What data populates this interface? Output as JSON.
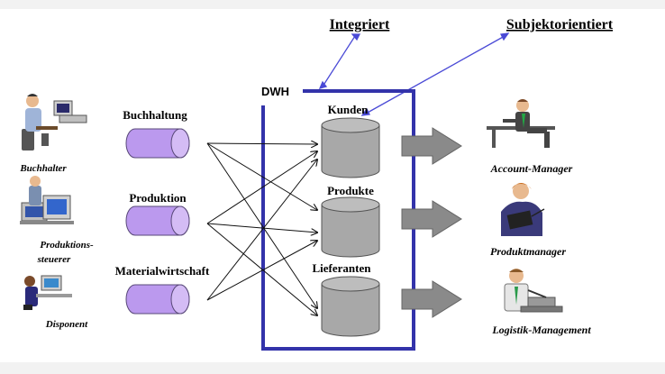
{
  "header": {
    "label_integriert": "Integriert",
    "label_subjektorientiert": "Subjektorientiert"
  },
  "dwh": {
    "label": "DWH",
    "stores": [
      "Kunden",
      "Produkte",
      "Lieferanten"
    ]
  },
  "sources": [
    "Buchhaltung",
    "Produktion",
    "Materialwirtschaft"
  ],
  "source_people": [
    "Buchhalter",
    "Produktions-",
    "steuerer",
    "Disponent"
  ],
  "consumers": [
    "Account-Manager",
    "Produktmanager",
    "Logistik-Management"
  ],
  "colors": {
    "dwh_border": "#3333aa",
    "link_lines": "#4a4ad6",
    "source_fill": "#bb99ee",
    "store_fill": "#a8a8a8",
    "arrow_fill": "#8a8a8a"
  }
}
